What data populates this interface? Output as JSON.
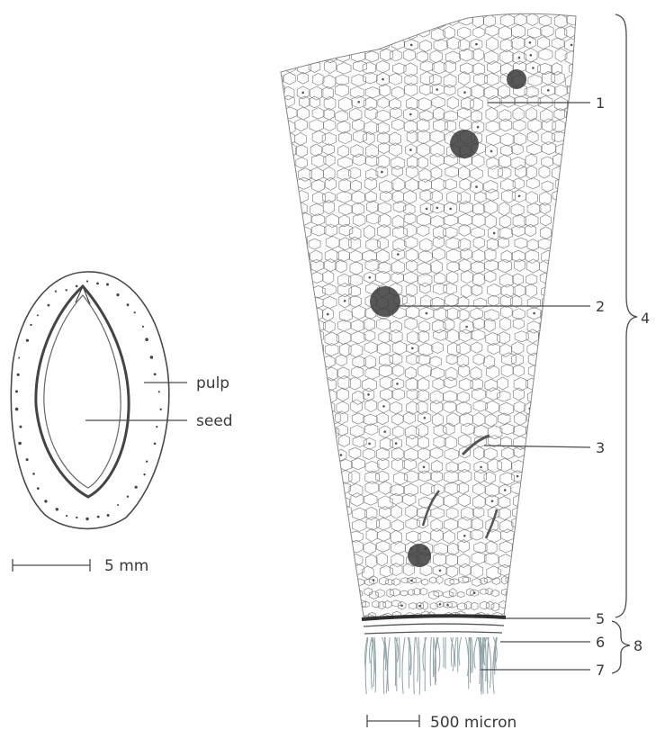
{
  "fruit_section": {
    "labels": {
      "pulp": "pulp",
      "seed": "seed"
    },
    "scale_bar": "5 mm"
  },
  "tissue_section": {
    "callouts": [
      "1",
      "2",
      "3",
      "4",
      "5",
      "6",
      "7",
      "8"
    ],
    "scale_bar": "500 micron"
  },
  "colors": {
    "ink": "#4a4a4a",
    "dense_spot": "#3a3a3a",
    "hairs": "#8fa3a8"
  }
}
